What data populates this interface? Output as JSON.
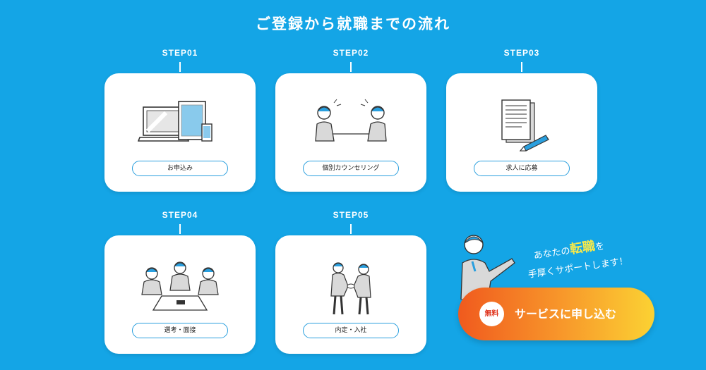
{
  "title": "ご登録から就職までの流れ",
  "steps": [
    {
      "label": "STEP01",
      "button": "お申込み"
    },
    {
      "label": "STEP02",
      "button": "個別カウンセリング"
    },
    {
      "label": "STEP03",
      "button": "求人に応募"
    },
    {
      "label": "STEP04",
      "button": "選考・面接"
    },
    {
      "label": "STEP05",
      "button": "内定・入社"
    }
  ],
  "speech": {
    "pre": "あなたの",
    "highlight": "転職",
    "post": "を",
    "line2": "手厚くサポートします！"
  },
  "cta": {
    "badge": "無料",
    "label": "サービスに申し込む"
  },
  "colors": {
    "background": "#14a5e6",
    "pill_border": "#2a9fde",
    "accent_highlight": "#f6e94b"
  }
}
